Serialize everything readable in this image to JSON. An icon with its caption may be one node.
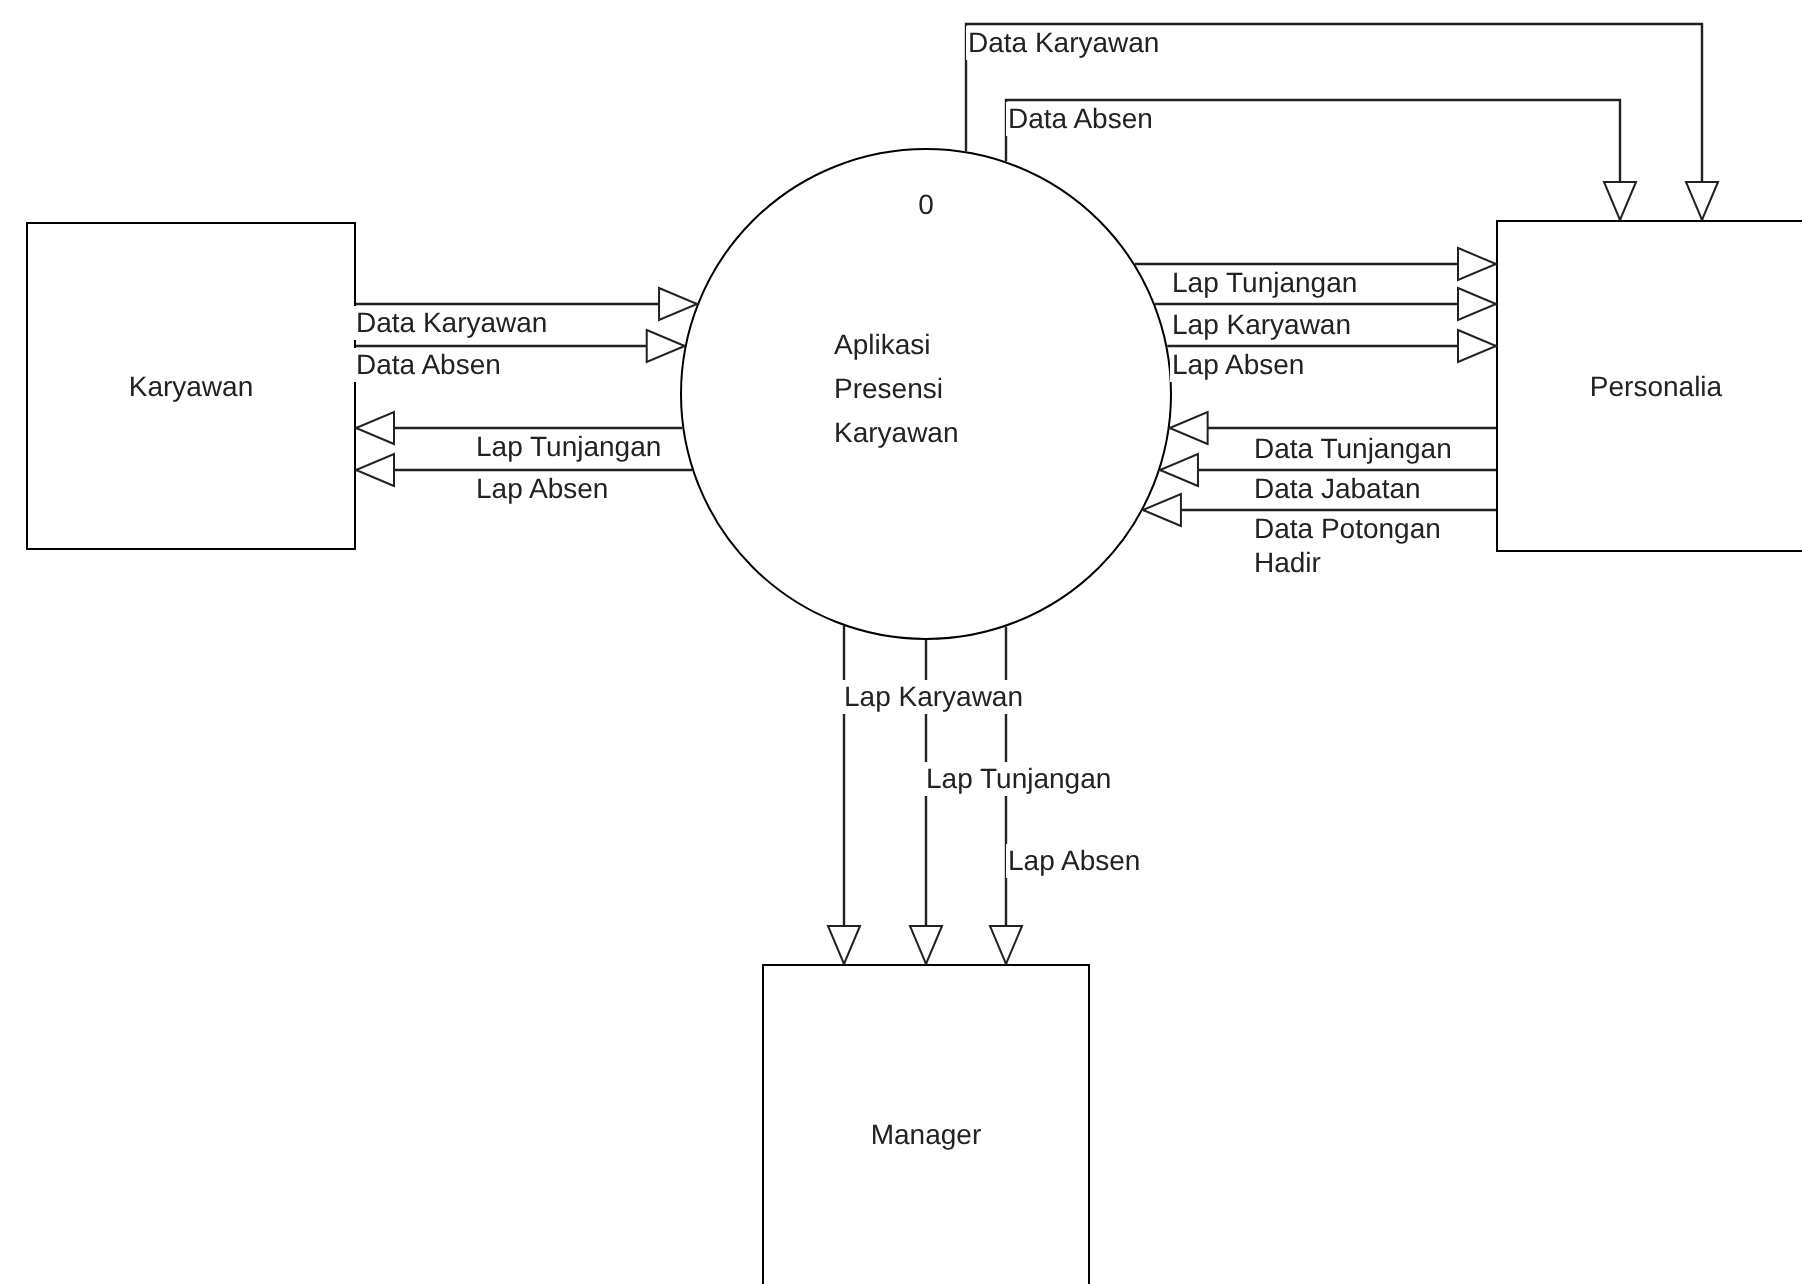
{
  "diagram": {
    "nodes": [
      {
        "text": [
          "Karyawan"
        ]
      },
      {
        "text": [
          "0",
          "Aplikasi Presensi Karyawan"
        ]
      },
      {
        "text": [
          "Personalia"
        ]
      },
      {
        "text": [
          "Manager"
        ]
      }
    ],
    "edges": [
      {
        "from": 0,
        "to": 1,
        "arrow": "to",
        "label": "Data Karyawan"
      },
      {
        "from": 0,
        "to": 1,
        "arrow": "to",
        "label": "Data Absen"
      },
      {
        "from": 1,
        "to": 0,
        "arrow": "to",
        "label": "Lap Tunjangan"
      },
      {
        "from": 1,
        "to": 0,
        "arrow": "to",
        "label": "Lap Absen"
      },
      {
        "from": 1,
        "to": 2,
        "arrow": "to",
        "label": "Data Karyawan"
      },
      {
        "from": 1,
        "to": 2,
        "arrow": "to",
        "label": "Data Absen"
      },
      {
        "from": 1,
        "to": 2,
        "arrow": "to",
        "label": "Lap Tunjangan"
      },
      {
        "from": 1,
        "to": 2,
        "arrow": "to",
        "label": "Lap Karyawan"
      },
      {
        "from": 1,
        "to": 2,
        "arrow": "to",
        "label": "Lap Absen"
      },
      {
        "from": 2,
        "to": 1,
        "arrow": "to",
        "label": "Data Tunjangan"
      },
      {
        "from": 2,
        "to": 1,
        "arrow": "to",
        "label": "Data Jabatan"
      },
      {
        "from": 2,
        "to": 1,
        "arrow": "to",
        "label": "Data Potongan Hadir"
      },
      {
        "from": 1,
        "to": 3,
        "arrow": "to",
        "label": "Lap Karyawan"
      },
      {
        "from": 1,
        "to": 3,
        "arrow": "to",
        "label": "Lap Tunjangan"
      },
      {
        "from": 1,
        "to": 3,
        "arrow": "to",
        "label": "Lap Absen"
      }
    ]
  }
}
